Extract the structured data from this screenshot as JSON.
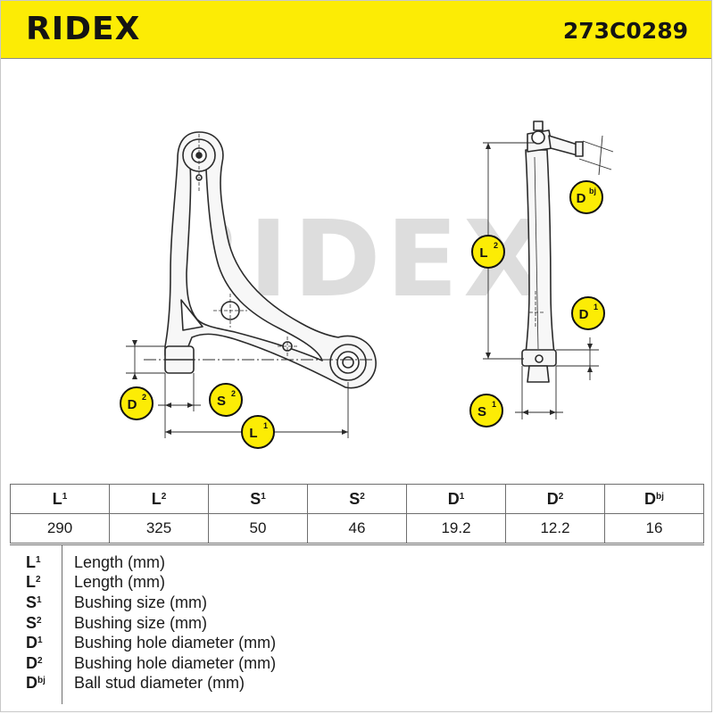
{
  "header": {
    "brand": "RIDEX",
    "part_number": "273C0289"
  },
  "drawing": {
    "watermark": "RIDEX",
    "labels": {
      "L1": {
        "base": "L",
        "sup": "1"
      },
      "L2": {
        "base": "L",
        "sup": "2"
      },
      "S1": {
        "base": "S",
        "sup": "1"
      },
      "S2": {
        "base": "S",
        "sup": "2"
      },
      "D1": {
        "base": "D",
        "sup": "1"
      },
      "D2": {
        "base": "D",
        "sup": "2"
      },
      "Dbj": {
        "base": "D",
        "sup": "bj"
      }
    }
  },
  "specs": {
    "columns": [
      {
        "base": "L",
        "sup": "1",
        "value": "290"
      },
      {
        "base": "L",
        "sup": "2",
        "value": "325"
      },
      {
        "base": "S",
        "sup": "1",
        "value": "50"
      },
      {
        "base": "S",
        "sup": "2",
        "value": "46"
      },
      {
        "base": "D",
        "sup": "1",
        "value": "19.2"
      },
      {
        "base": "D",
        "sup": "2",
        "value": "12.2"
      },
      {
        "base": "D",
        "sup": "bj",
        "value": "16"
      }
    ]
  },
  "legend": [
    {
      "base": "L",
      "sup": "1",
      "desc": "Length (mm)"
    },
    {
      "base": "L",
      "sup": "2",
      "desc": "Length (mm)"
    },
    {
      "base": "S",
      "sup": "1",
      "desc": "Bushing size (mm)"
    },
    {
      "base": "S",
      "sup": "2",
      "desc": "Bushing size (mm)"
    },
    {
      "base": "D",
      "sup": "1",
      "desc": "Bushing hole diameter (mm)"
    },
    {
      "base": "D",
      "sup": "2",
      "desc": "Bushing hole diameter (mm)"
    },
    {
      "base": "D",
      "sup": "bj",
      "desc": "Ball stud diameter (mm)"
    }
  ],
  "colors": {
    "header_bg": "#fcec05",
    "badge_fill": "#fcec05",
    "line": "#2b2b2b",
    "watermark": "#dddddd",
    "part_fill": "#f7f7f7"
  }
}
